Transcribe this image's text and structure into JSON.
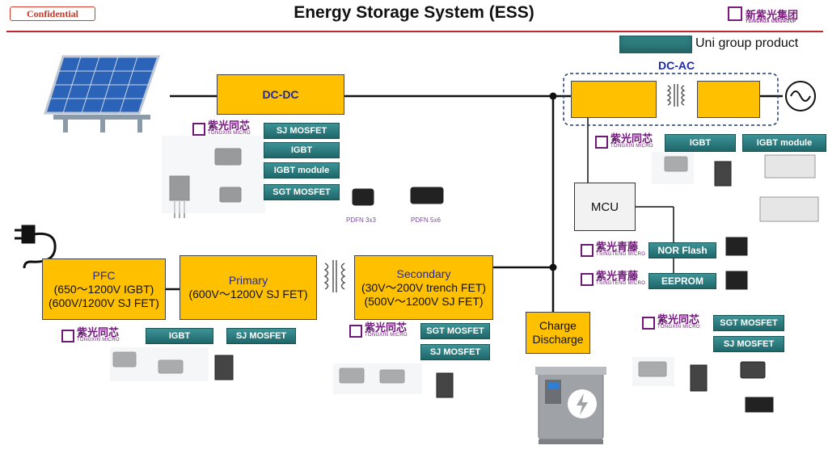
{
  "header": {
    "confidential": "Confidential",
    "title": "Energy Storage System (ESS)",
    "brand_cn": "新紫光集团",
    "brand_en": "TSINGHUA UNIGROUP"
  },
  "legend": {
    "label": "Uni group product",
    "color": "#2e7d7f"
  },
  "blocks": {
    "dcdc": "DC-DC",
    "dcac_label": "DC-AC",
    "mcu": "MCU",
    "pfc": {
      "line1": "PFC",
      "line2": "(650～1200V  IGBT)",
      "line3": "(600V/1200V  SJ FET)"
    },
    "primary": {
      "line1": "Primary",
      "line2": "(600V～1200V  SJ FET)"
    },
    "secondary": {
      "line1": "Secondary",
      "line2": "(30V～200V  trench FET)",
      "line3": "(500V～1200V  SJ FET)"
    },
    "charge": {
      "line1": "Charge",
      "line2": "Discharge"
    }
  },
  "vendors": {
    "tongxin_cn": "紫光同芯",
    "tongxin_en": "TONGXIN MICRO",
    "tsingteng_cn": "紫光青藤",
    "tsingteng_en": "TSINGTENG MICRO"
  },
  "tags": {
    "dcdc": [
      "SJ MOSFET",
      "IGBT",
      "IGBT module",
      "SGT MOSFET"
    ],
    "dcac": [
      "IGBT",
      "IGBT module"
    ],
    "nor": "NOR Flash",
    "eeprom": "EEPROM",
    "pfc": [
      "IGBT",
      "SJ MOSFET"
    ],
    "secondary": [
      "SGT MOSFET",
      "SJ MOSFET"
    ],
    "battery": [
      "SGT MOSFET",
      "SJ MOSFET"
    ]
  },
  "packages": {
    "pdfn33": "PDFN 3x3",
    "pdfn56": "PDFN 5x6"
  },
  "colors": {
    "block": "#ffc000",
    "block_text": "#1f2aa8",
    "brand": "#6c1a76",
    "rule": "#c3282e"
  }
}
